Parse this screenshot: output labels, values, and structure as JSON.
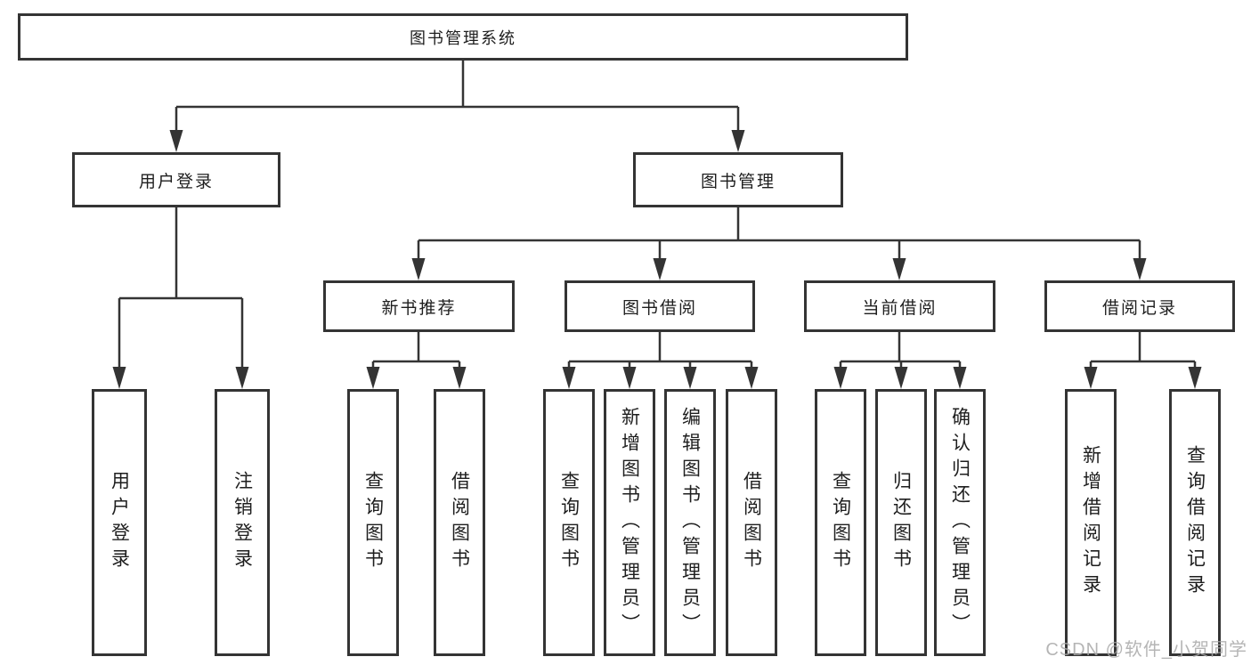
{
  "diagram": {
    "root": "图书管理系统",
    "branches": [
      {
        "label": "用户登录",
        "children": [
          "用户登录",
          "注销登录"
        ]
      },
      {
        "label": "图书管理",
        "groups": [
          {
            "label": "新书推荐",
            "children": [
              "查询图书",
              "借阅图书"
            ]
          },
          {
            "label": "图书借阅",
            "children": [
              "查询图书",
              "新增图书（管理员）",
              "编辑图书（管理员）",
              "借阅图书"
            ]
          },
          {
            "label": "当前借阅",
            "children": [
              "查询图书",
              "归还图书",
              "确认归还（管理员）"
            ]
          },
          {
            "label": "借阅记录",
            "children": [
              "新增借阅记录",
              "查询借阅记录"
            ]
          }
        ]
      }
    ]
  },
  "watermark": "CSDN @软件_小贺同学",
  "colors": {
    "line": "#343434",
    "text": "#1e1e1e",
    "watermark": "#a9a9a9",
    "background": "#ffffff"
  }
}
